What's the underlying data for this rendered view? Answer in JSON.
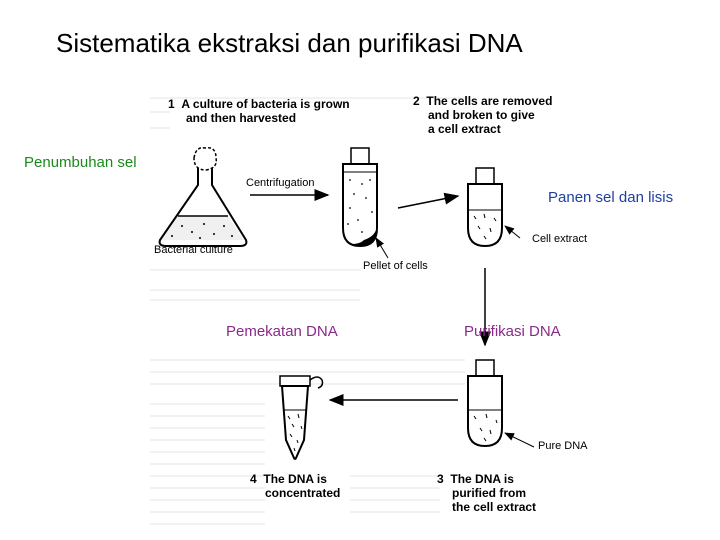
{
  "title": "Sistematika ekstraksi dan purifikasi DNA",
  "colors": {
    "green": "#1a8a1a",
    "blue": "#1f3fa0",
    "purple": "#8a2a8a"
  },
  "overlay_labels": {
    "growth": "Penumbuhan sel",
    "harvest": "Panen sel dan lisis",
    "concentrate": "Pemekatan DNA",
    "purify": "Purifikasi DNA"
  },
  "steps": {
    "s1_num": "1",
    "s1_line1": "A culture of bacteria is grown",
    "s1_line2": "and then harvested",
    "s2_num": "2",
    "s2_line1": "The cells are removed",
    "s2_line2": "and broken to give",
    "s2_line3": "a cell extract",
    "s3_num": "3",
    "s3_line1": "The DNA is",
    "s3_line2": "purified from",
    "s3_line3": "the cell extract",
    "s4_num": "4",
    "s4_line1": "The DNA is",
    "s4_line2": "concentrated"
  },
  "annotations": {
    "centrifugation": "Centrifugation",
    "bacterial_culture": "Bacterial culture",
    "pellet": "Pellet of cells",
    "cell_extract": "Cell extract",
    "pure_dna": "Pure DNA"
  }
}
